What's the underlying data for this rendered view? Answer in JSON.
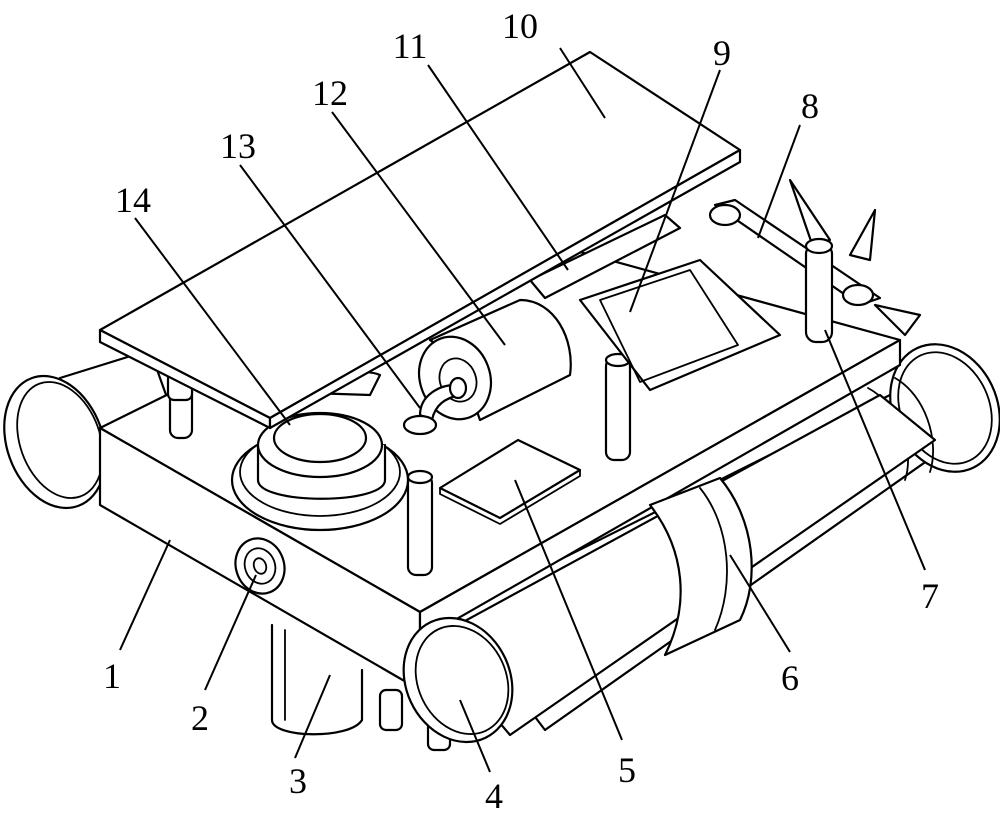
{
  "figure": {
    "callouts": [
      {
        "id": "1",
        "label": "1"
      },
      {
        "id": "2",
        "label": "2"
      },
      {
        "id": "3",
        "label": "3"
      },
      {
        "id": "4",
        "label": "4"
      },
      {
        "id": "5",
        "label": "5"
      },
      {
        "id": "6",
        "label": "6"
      },
      {
        "id": "7",
        "label": "7"
      },
      {
        "id": "8",
        "label": "8"
      },
      {
        "id": "9",
        "label": "9"
      },
      {
        "id": "10",
        "label": "10"
      },
      {
        "id": "11",
        "label": "11"
      },
      {
        "id": "12",
        "label": "12"
      },
      {
        "id": "13",
        "label": "13"
      },
      {
        "id": "14",
        "label": "14"
      }
    ]
  }
}
